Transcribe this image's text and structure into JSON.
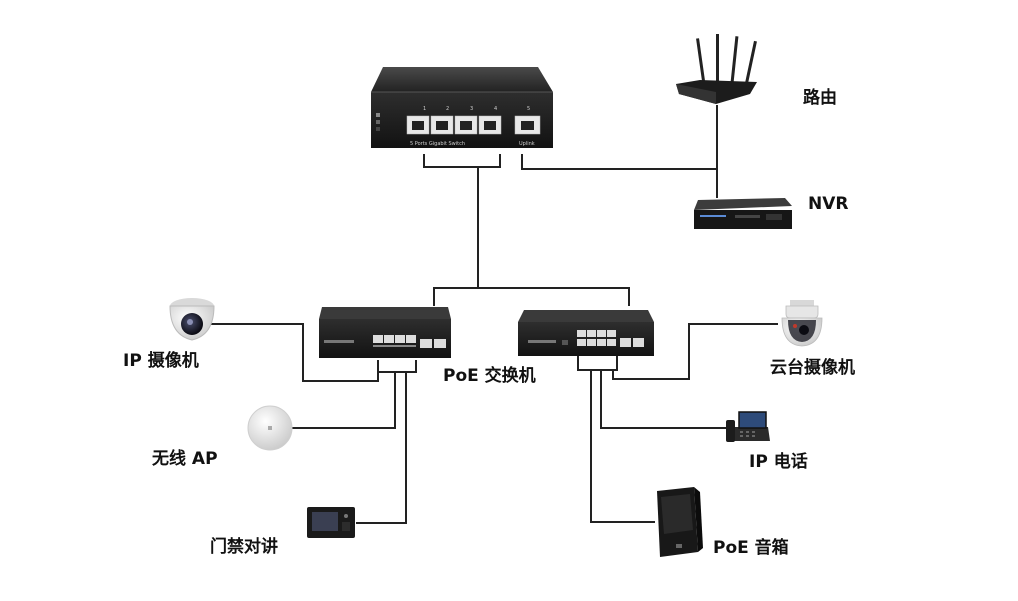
{
  "diagram": {
    "labels": {
      "router": "路由",
      "nvr": "NVR",
      "poe_switch": "PoE 交换机",
      "ip_camera": "IP 摄像机",
      "wireless_ap": "无线 AP",
      "intercom": "门禁对讲",
      "ptz_camera": "云台摄像机",
      "ip_phone": "IP 电话",
      "poe_speaker": "PoE 音箱"
    },
    "main_switch": {
      "ports": [
        "1",
        "2",
        "3",
        "4",
        "5"
      ],
      "caption": "5 Ports Gigabit Switch",
      "uplink": "Uplink"
    }
  }
}
